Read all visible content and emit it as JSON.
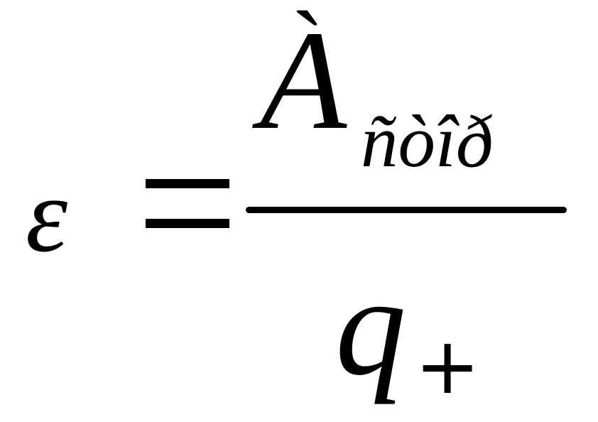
{
  "formula": {
    "lhs": "ε",
    "equals": "=",
    "numerator": {
      "main": "A",
      "accent": "`",
      "subscript": "ñòîð"
    },
    "denominator": {
      "main": "q",
      "subscript": "+"
    }
  }
}
